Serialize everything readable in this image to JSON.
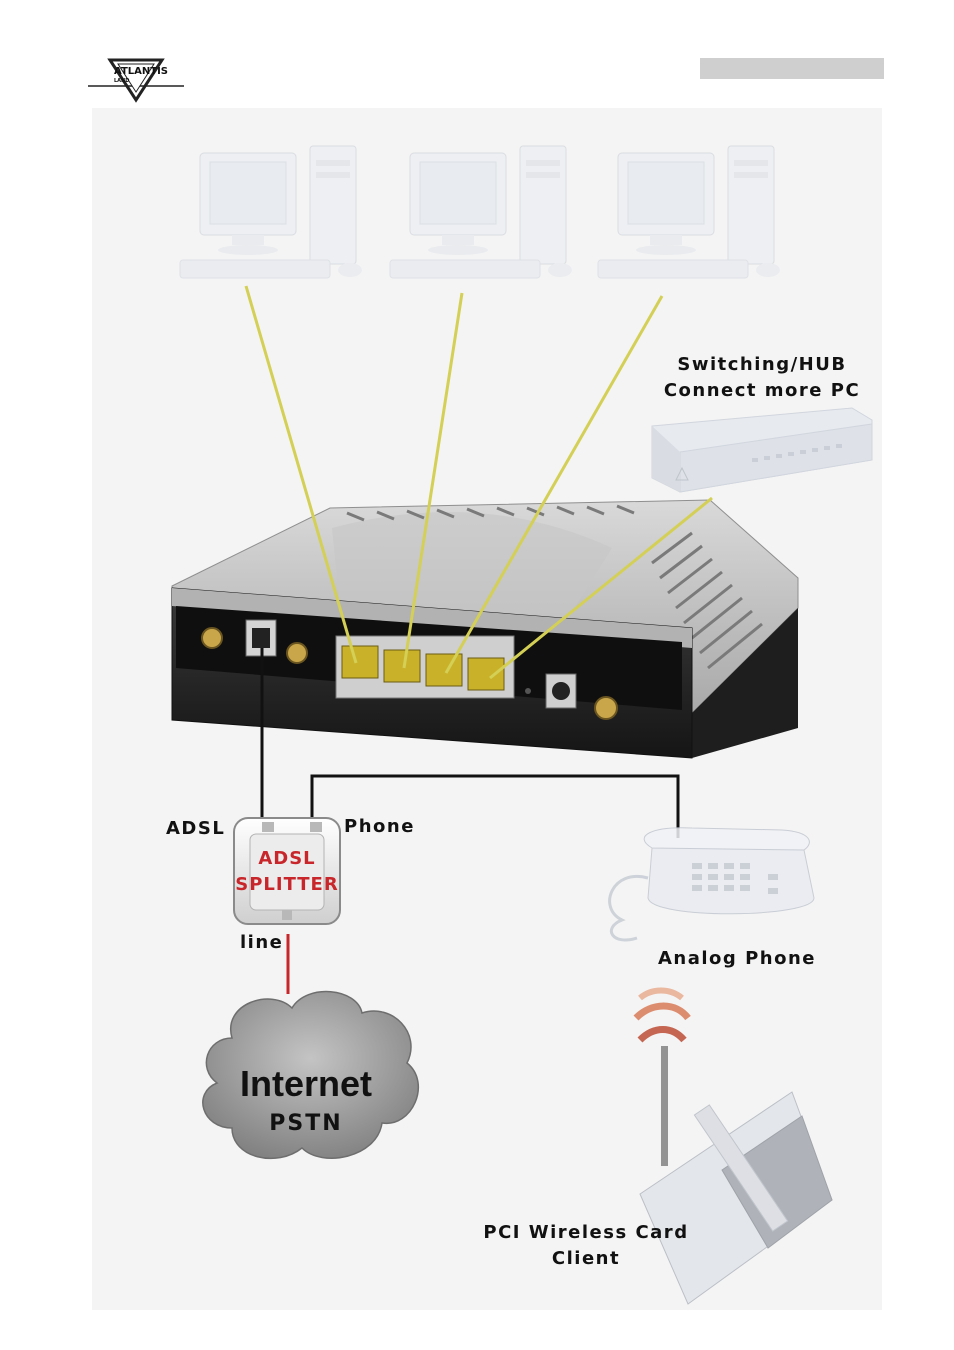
{
  "header": {
    "logo_text": "ATLANTIS",
    "logo_subtext": "LAND"
  },
  "diagram": {
    "hub_label_line1": "Switching/HUB",
    "hub_label_line2": "Connect more PC",
    "adsl_port_label": "ADSL",
    "phone_port_label": "Phone",
    "line_port_label": "line",
    "splitter_line1": "ADSL",
    "splitter_line2": "SPLITTER",
    "analog_phone_label": "Analog Phone",
    "cloud_line1": "Internet",
    "cloud_line2": "PSTN",
    "wireless_label_line1": "PCI Wireless Card",
    "wireless_label_line2": "Client"
  },
  "colors": {
    "lan_cable": "#d4cf55",
    "phone_cable": "#111111",
    "line_cable": "#c8262a",
    "splitter_text": "#c8262a",
    "cloud": "#9a9a9a"
  }
}
